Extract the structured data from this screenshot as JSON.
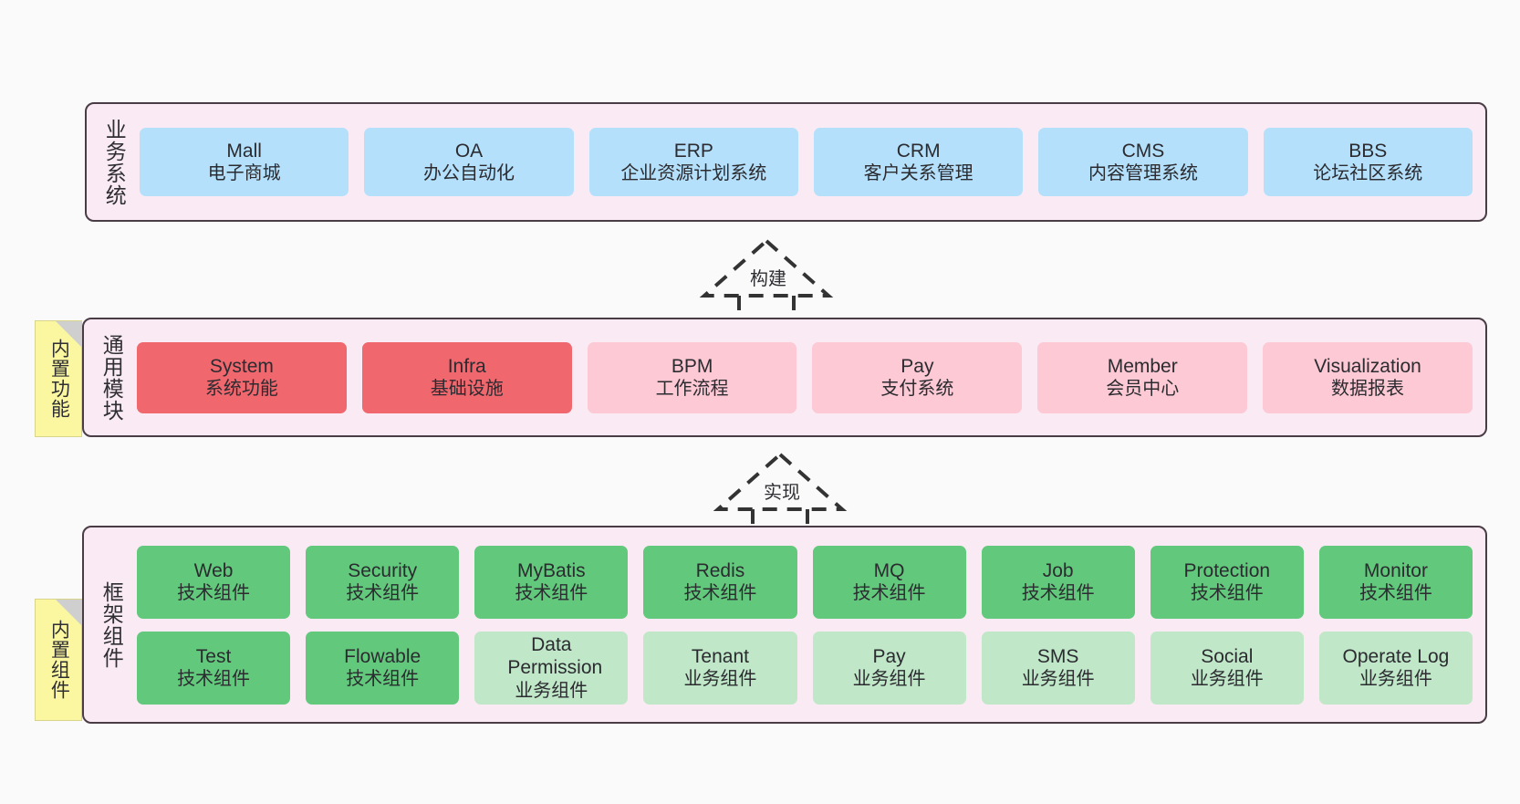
{
  "diagram": {
    "background_color": "#fafafa",
    "band_fill": "#f9eaf4",
    "band_border": "#4a3c44",
    "sticky_fill": "#fbf7a1"
  },
  "bands": [
    {
      "id": "business-systems",
      "label": "业务系统",
      "rows": [
        {
          "cards": [
            {
              "title": "Mall",
              "subtitle": "电子商城",
              "style": "c-blue"
            },
            {
              "title": "OA",
              "subtitle": "办公自动化",
              "style": "c-blue"
            },
            {
              "title": "ERP",
              "subtitle": "企业资源计划系统",
              "style": "c-blue"
            },
            {
              "title": "CRM",
              "subtitle": "客户关系管理",
              "style": "c-blue"
            },
            {
              "title": "CMS",
              "subtitle": "内容管理系统",
              "style": "c-blue"
            },
            {
              "title": "BBS",
              "subtitle": "论坛社区系统",
              "style": "c-blue"
            }
          ]
        }
      ]
    },
    {
      "id": "common-modules",
      "label": "通用模块",
      "sticky": "内置功能",
      "rows": [
        {
          "cards": [
            {
              "title": "System",
              "subtitle": "系统功能",
              "style": "c-red"
            },
            {
              "title": "Infra",
              "subtitle": "基础设施",
              "style": "c-red"
            },
            {
              "title": "BPM",
              "subtitle": "工作流程",
              "style": "c-pink"
            },
            {
              "title": "Pay",
              "subtitle": "支付系统",
              "style": "c-pink"
            },
            {
              "title": "Member",
              "subtitle": "会员中心",
              "style": "c-pink"
            },
            {
              "title": "Visualization",
              "subtitle": "数据报表",
              "style": "c-pink"
            }
          ]
        }
      ]
    },
    {
      "id": "framework-components",
      "label": "框架组件",
      "sticky": "内置组件",
      "rows": [
        {
          "cards": [
            {
              "title": "Web",
              "subtitle": "技术组件",
              "style": "c-green"
            },
            {
              "title": "Security",
              "subtitle": "技术组件",
              "style": "c-green"
            },
            {
              "title": "MyBatis",
              "subtitle": "技术组件",
              "style": "c-green"
            },
            {
              "title": "Redis",
              "subtitle": "技术组件",
              "style": "c-green"
            },
            {
              "title": "MQ",
              "subtitle": "技术组件",
              "style": "c-green"
            },
            {
              "title": "Job",
              "subtitle": "技术组件",
              "style": "c-green"
            },
            {
              "title": "Protection",
              "subtitle": "技术组件",
              "style": "c-green"
            },
            {
              "title": "Monitor",
              "subtitle": "技术组件",
              "style": "c-green"
            }
          ]
        },
        {
          "cards": [
            {
              "title": "Test",
              "subtitle": "技术组件",
              "style": "c-green"
            },
            {
              "title": "Flowable",
              "subtitle": "技术组件",
              "style": "c-green"
            },
            {
              "title": "Data Permission",
              "subtitle": "业务组件",
              "style": "c-greenlite"
            },
            {
              "title": "Tenant",
              "subtitle": "业务组件",
              "style": "c-greenlite"
            },
            {
              "title": "Pay",
              "subtitle": "业务组件",
              "style": "c-greenlite"
            },
            {
              "title": "SMS",
              "subtitle": "业务组件",
              "style": "c-greenlite"
            },
            {
              "title": "Social",
              "subtitle": "业务组件",
              "style": "c-greenlite"
            },
            {
              "title": "Operate Log",
              "subtitle": "业务组件",
              "style": "c-greenlite"
            }
          ]
        }
      ]
    }
  ],
  "connectors": [
    {
      "id": "build",
      "label": "构建"
    },
    {
      "id": "implement",
      "label": "实现"
    }
  ]
}
